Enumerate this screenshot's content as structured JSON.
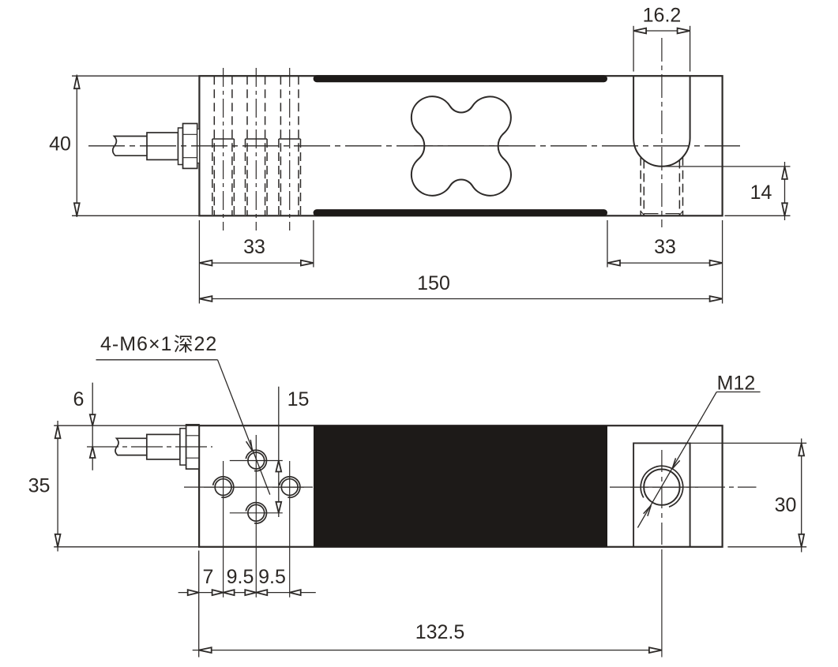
{
  "colors": {
    "line": "#2d2a28",
    "dark_fill": "#1d1a18",
    "text": "#2b2724",
    "background": "#ffffff"
  },
  "top_view": {
    "dimensions": {
      "body_height": "40",
      "slot_width": "16.2",
      "thread_depth": "14",
      "left_section": "33",
      "right_section": "33",
      "overall_length": "150"
    }
  },
  "bottom_view": {
    "dimensions": {
      "cable_offset": "6",
      "hole_row_spacing": "15",
      "body_width": "35",
      "hole_offset": "7",
      "hole_pitch_a": "9.5",
      "hole_pitch_b": "9.5",
      "slot_length": "30",
      "m12_position": "132.5"
    },
    "callouts": {
      "m6": "4-M6×1深22",
      "m6_prefix": "4-M6×1",
      "m6_cjk": "深",
      "m6_suffix": "22",
      "m12": "M12"
    }
  }
}
